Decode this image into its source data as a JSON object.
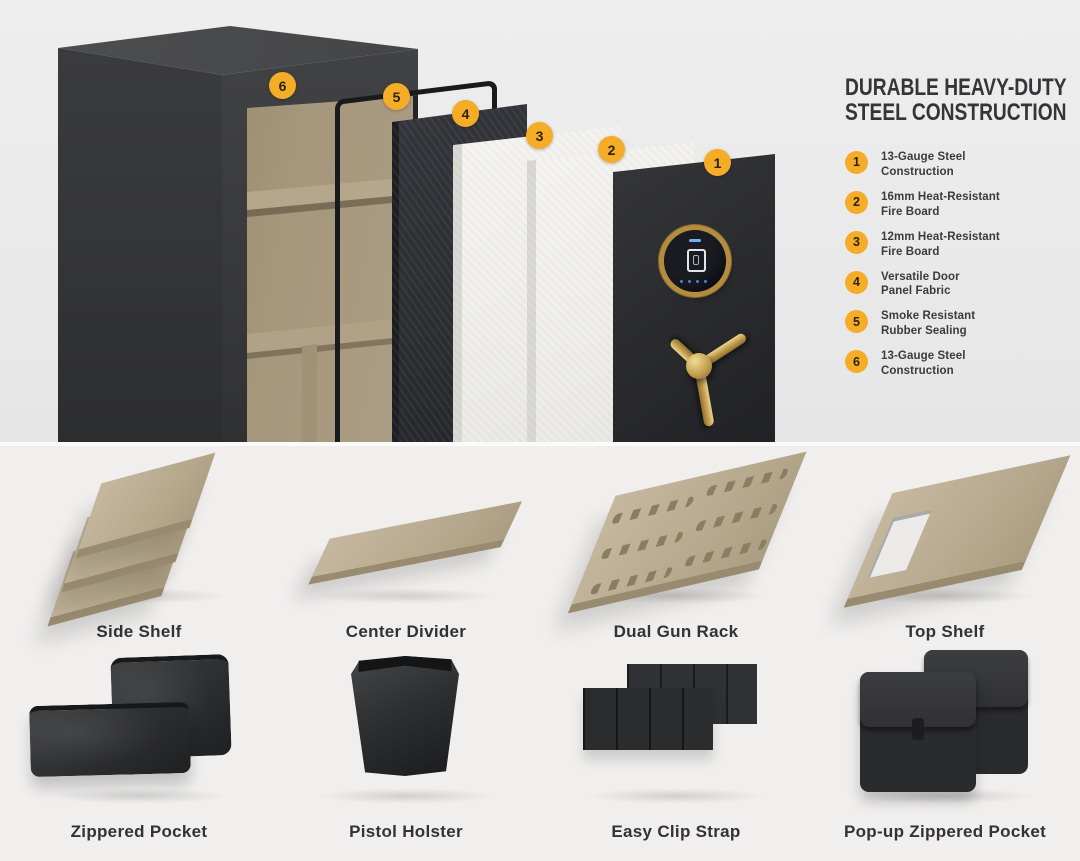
{
  "construction": {
    "title": {
      "line1": "DURABLE HEAVY-DUTY",
      "line2": "STEEL CONSTRUCTION"
    },
    "legend": [
      {
        "num": "1",
        "line1": "13-Gauge Steel",
        "line2": "Construction"
      },
      {
        "num": "2",
        "line1": "16mm Heat-Resistant",
        "line2": "Fire Board"
      },
      {
        "num": "3",
        "line1": "12mm Heat-Resistant",
        "line2": "Fire Board"
      },
      {
        "num": "4",
        "line1": "Versatile Door",
        "line2": "Panel Fabric"
      },
      {
        "num": "5",
        "line1": "Smoke Resistant",
        "line2": "Rubber Sealing"
      },
      {
        "num": "6",
        "line1": "13-Gauge Steel",
        "line2": "Construction"
      }
    ]
  },
  "accessories": [
    {
      "label": "Side Shelf"
    },
    {
      "label": "Center Divider"
    },
    {
      "label": "Dual Gun Rack"
    },
    {
      "label": "Top Shelf"
    },
    {
      "label": "Zippered Pocket"
    },
    {
      "label": "Pistol Holster"
    },
    {
      "label": "Easy Clip Strap"
    },
    {
      "label": "Pop-up Zippered Pocket"
    }
  ],
  "colors": {
    "accent_badge": "#F5AC26",
    "badge_text": "#2A2415",
    "title_text": "#353537",
    "label_text": "#333335",
    "safe_body": "#38393B",
    "interior_fabric": "#A5977C",
    "fire_board": "#F2F1EE",
    "gold_hardware": "#C7A352",
    "top_background": "#EAEAEA",
    "bottom_background": "#F0EFEE"
  }
}
